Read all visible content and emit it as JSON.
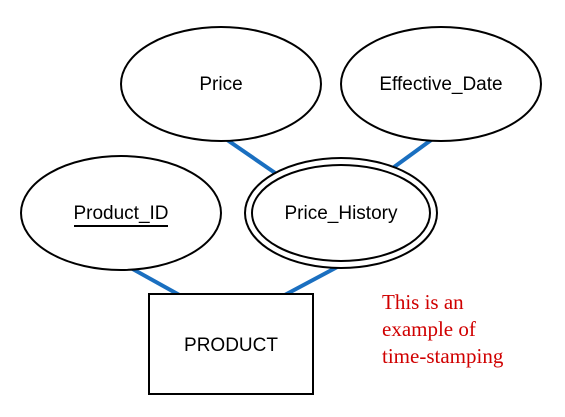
{
  "diagram": {
    "entity": {
      "label": "PRODUCT"
    },
    "attributes": {
      "price": {
        "label": "Price"
      },
      "effective_date": {
        "label": "Effective_Date"
      },
      "product_id": {
        "label": "Product_ID",
        "key": true
      },
      "price_history": {
        "label": "Price_History",
        "multivalued": true
      }
    },
    "annotation": {
      "lines": [
        "This is an",
        "example of",
        "time-stamping"
      ]
    }
  },
  "colors": {
    "connector": "#1a6fc0",
    "annotation": "#d00000",
    "outline": "#000000"
  }
}
